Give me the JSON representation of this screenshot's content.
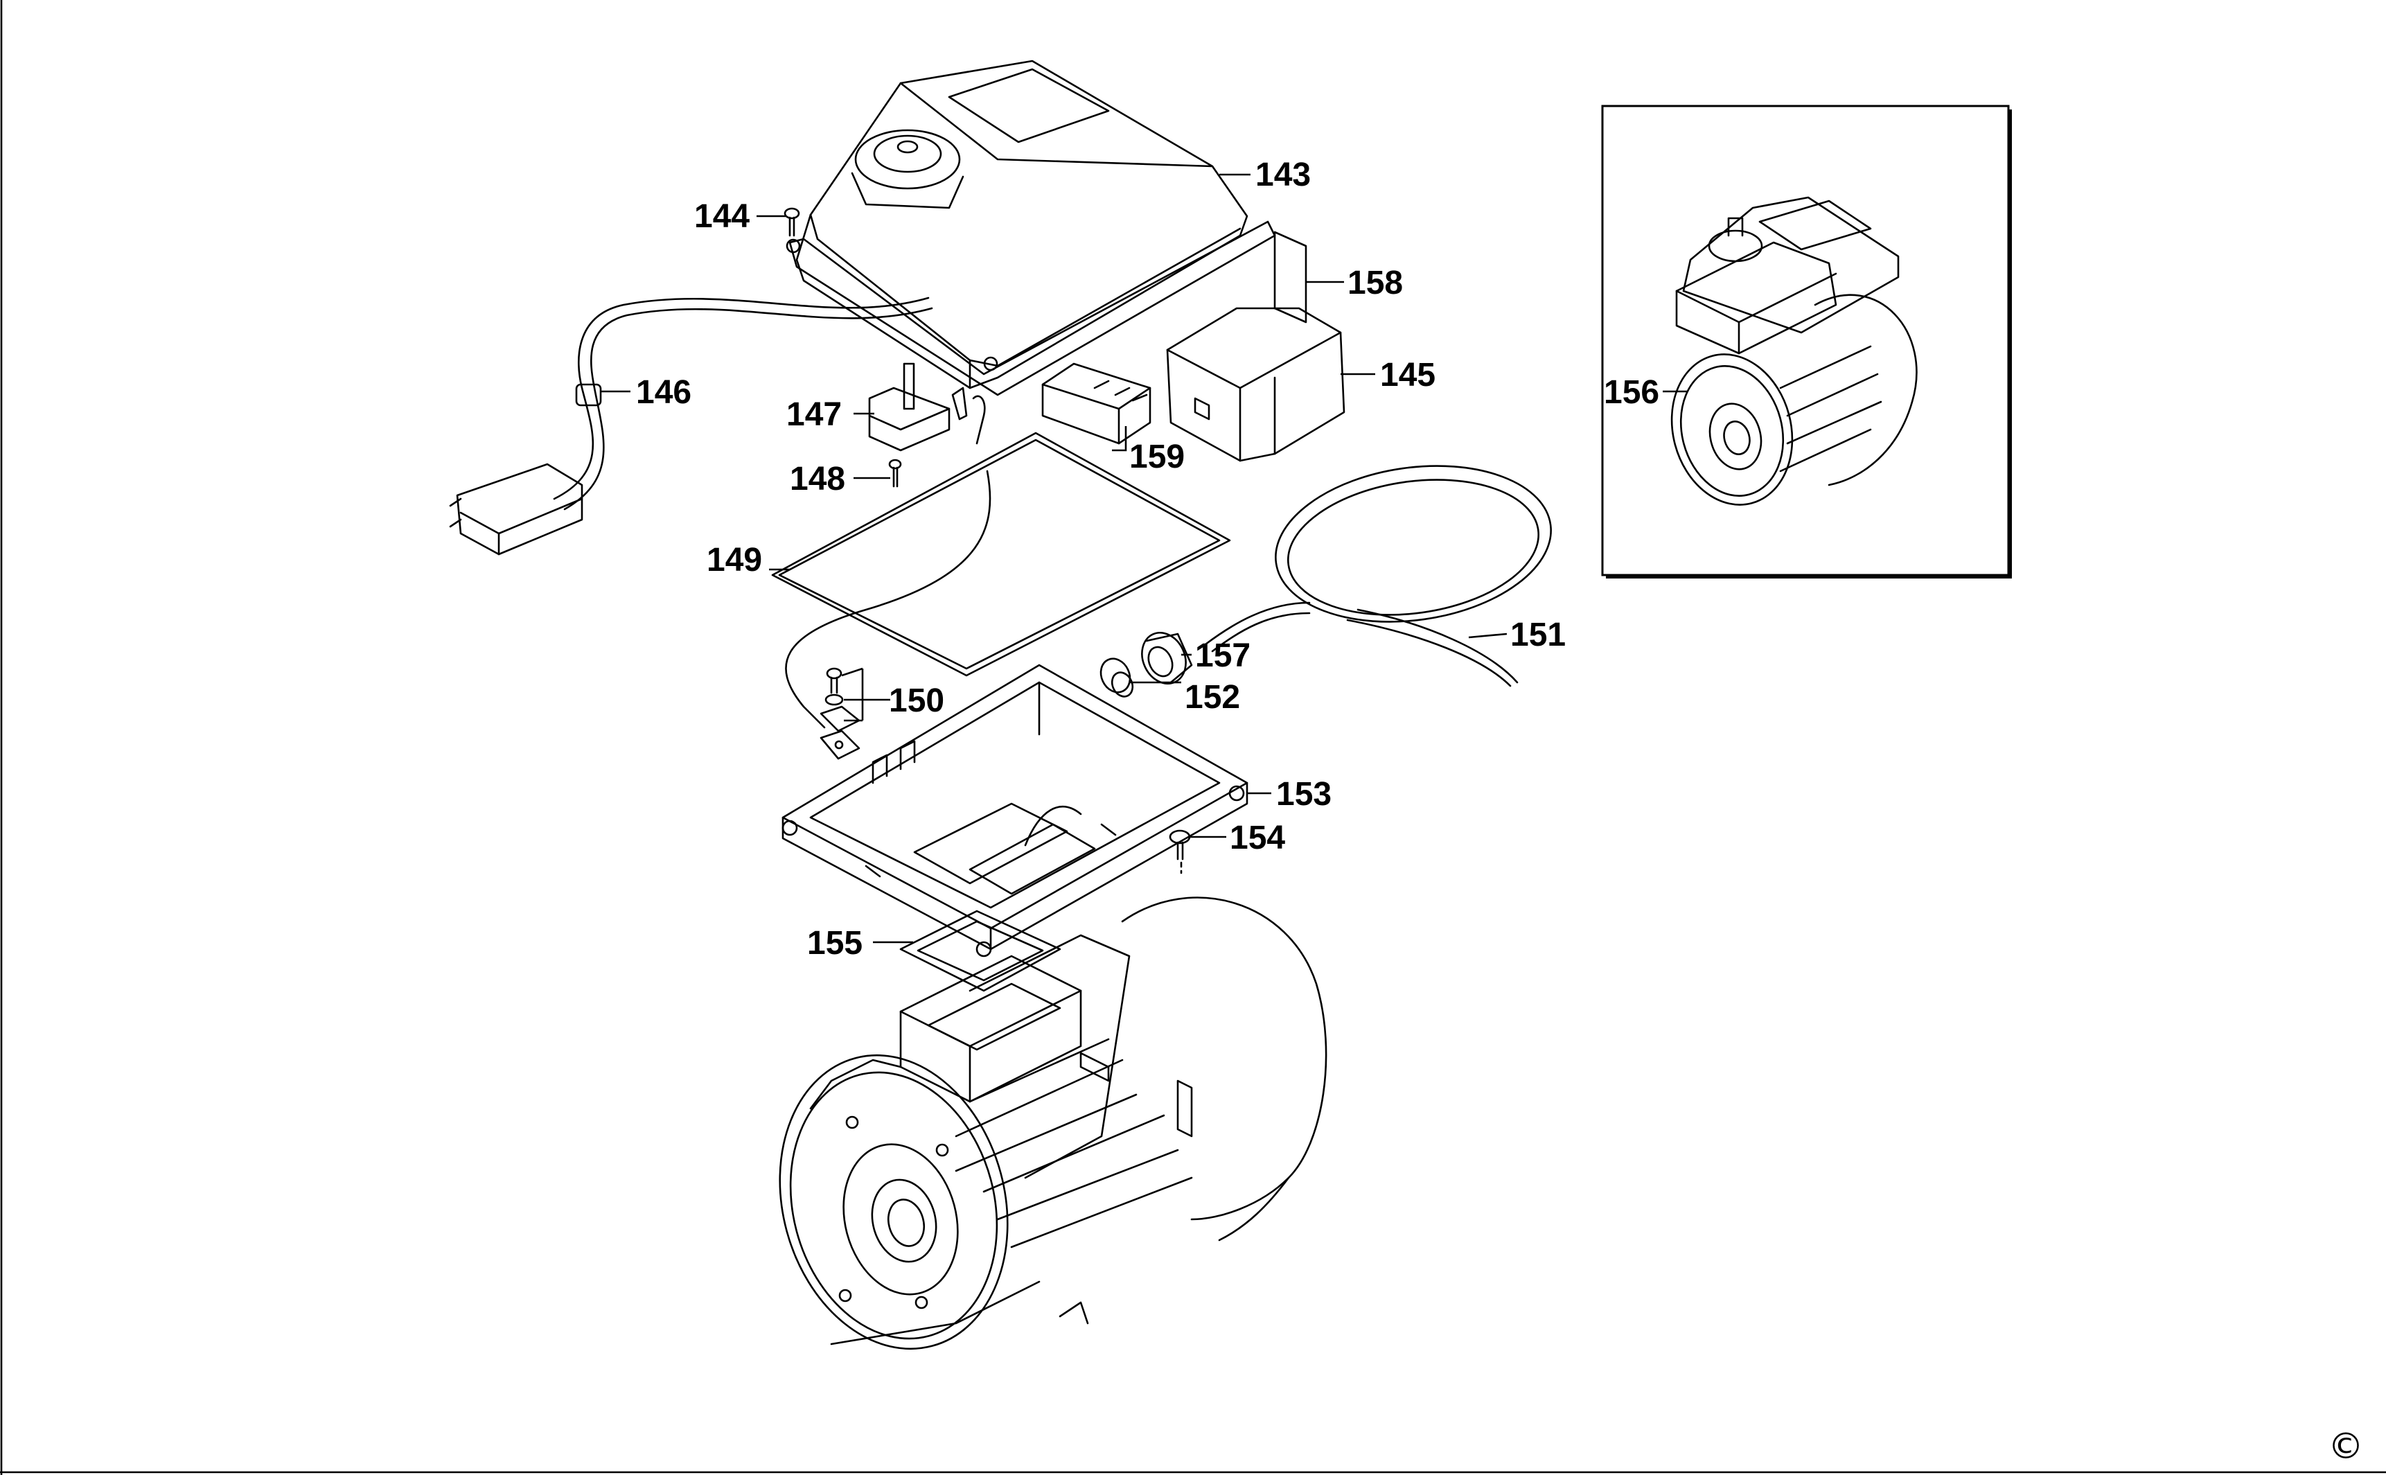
{
  "diagram": {
    "part_labels": [
      "143",
      "144",
      "145",
      "146",
      "147",
      "148",
      "149",
      "150",
      "151",
      "152",
      "153",
      "154",
      "155",
      "156",
      "157",
      "158",
      "159"
    ],
    "copyright_symbol": "©"
  }
}
